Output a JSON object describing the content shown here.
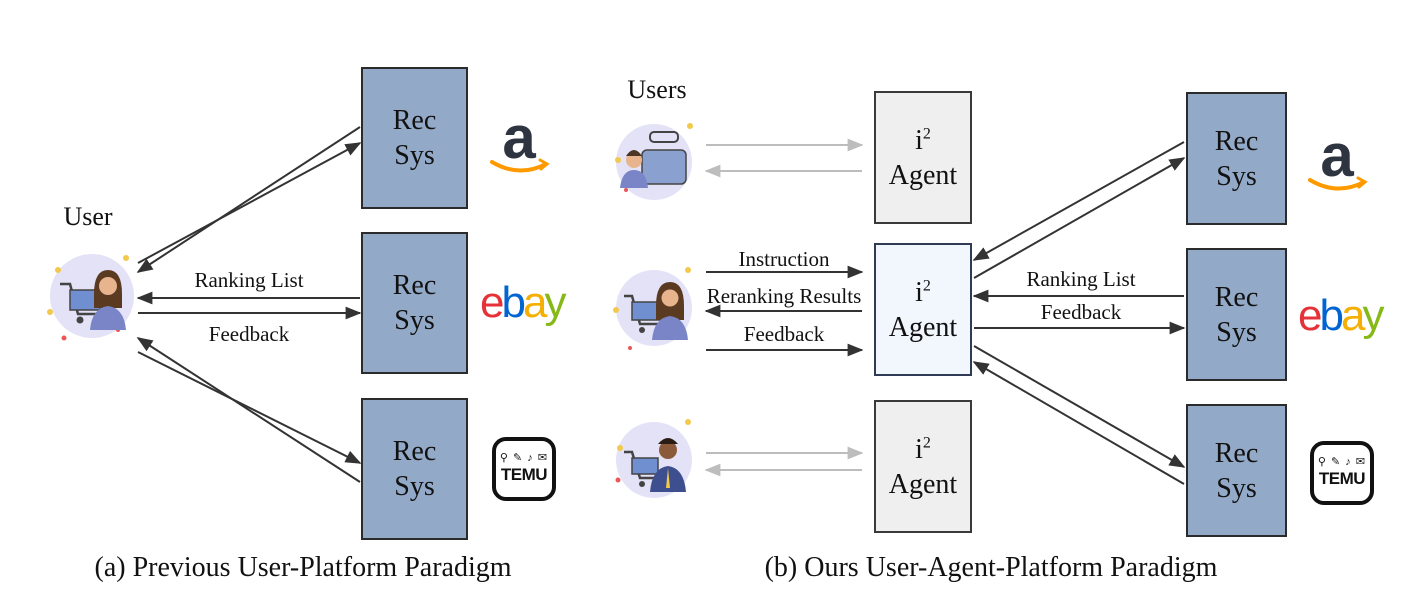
{
  "panel_a": {
    "user_label": "User",
    "ranking_list": "Ranking List",
    "feedback": "Feedback",
    "recsys_line1": "Rec",
    "recsys_line2": "Sys",
    "caption": "(a)  Previous User-Platform Paradigm"
  },
  "panel_b": {
    "users_label": "Users",
    "agent_name": "Agent",
    "agent_prefix": "i",
    "agent_sup": "2",
    "instruction": "Instruction",
    "reranking_results": "Reranking Results",
    "feedback_left": "Feedback",
    "ranking_list": "Ranking List",
    "feedback_right": "Feedback",
    "recsys_line1": "Rec",
    "recsys_line2": "Sys",
    "caption": "(b)  Ours User-Agent-Platform Paradigm"
  },
  "logos": {
    "amazon": "a",
    "ebay": [
      "e",
      "b",
      "a",
      "y"
    ],
    "temu_icons": "⚲ ✎ ♪ ✉",
    "temu_text": "TEMU"
  },
  "colors": {
    "recsys_fill": "#93a9c8",
    "agent_fill": "#efefef",
    "agent_highlight_fill": "#f2f7fd",
    "ebay_colors": [
      "#e53238",
      "#0064d2",
      "#f5af02",
      "#86b817"
    ],
    "amazon_arrow": "#ff9900"
  }
}
